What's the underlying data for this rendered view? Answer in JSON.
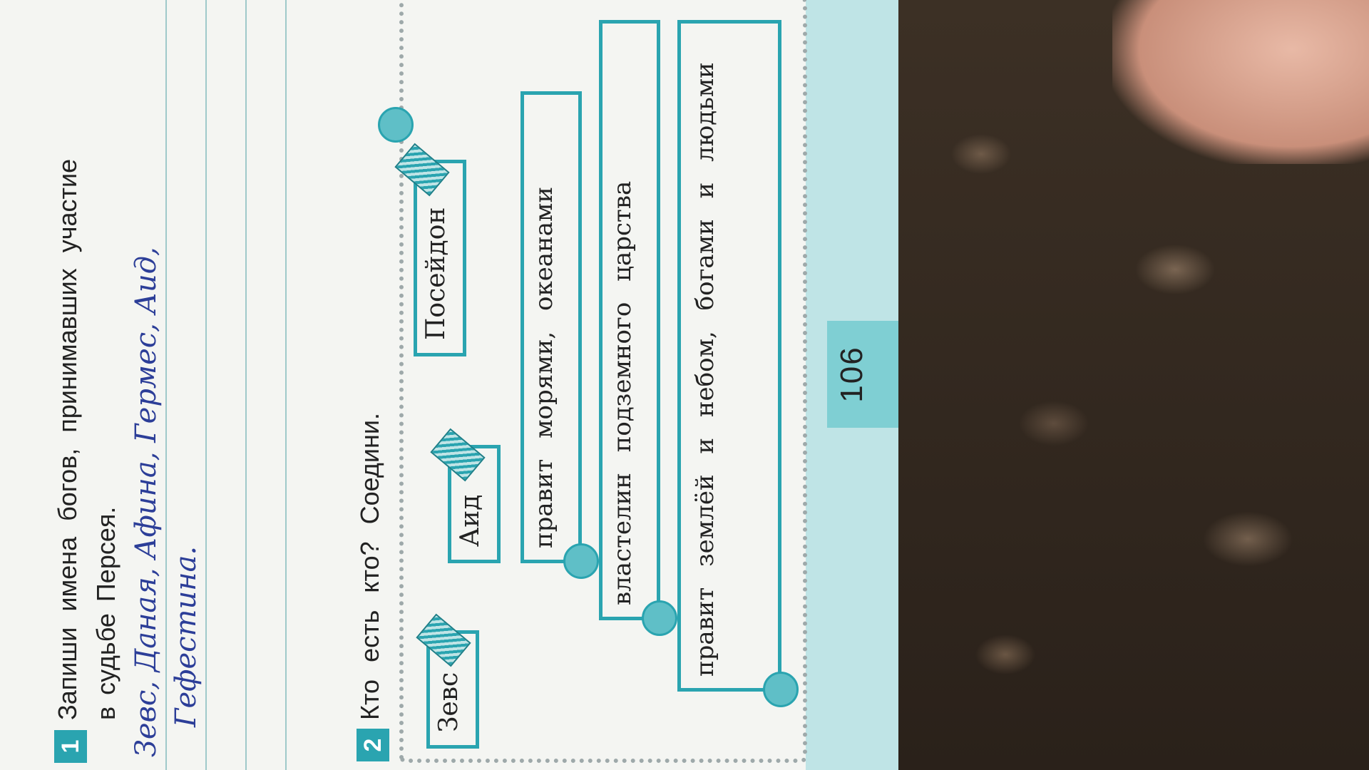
{
  "page_number": "106",
  "task1": {
    "number": "1",
    "line1": "Запиши имена богов, принимавших участие",
    "line2": "в судьбе Персея.",
    "answer_line1": "Зевс, Даная, Афина, Гермес, Аид,",
    "answer_line2": "Гефестина."
  },
  "task2": {
    "number": "2",
    "title": "Кто есть кто? Соедини.",
    "names": [
      "Зевс",
      "Аид",
      "Посейдон"
    ],
    "descriptions": [
      "правит морями, океанами",
      "властелин подземного царства",
      "правит землёй и небом, богами и людьми"
    ]
  },
  "colors": {
    "accent": "#2aa4b0",
    "handwriting": "#2c3e98",
    "page": "#f4f5f2"
  }
}
